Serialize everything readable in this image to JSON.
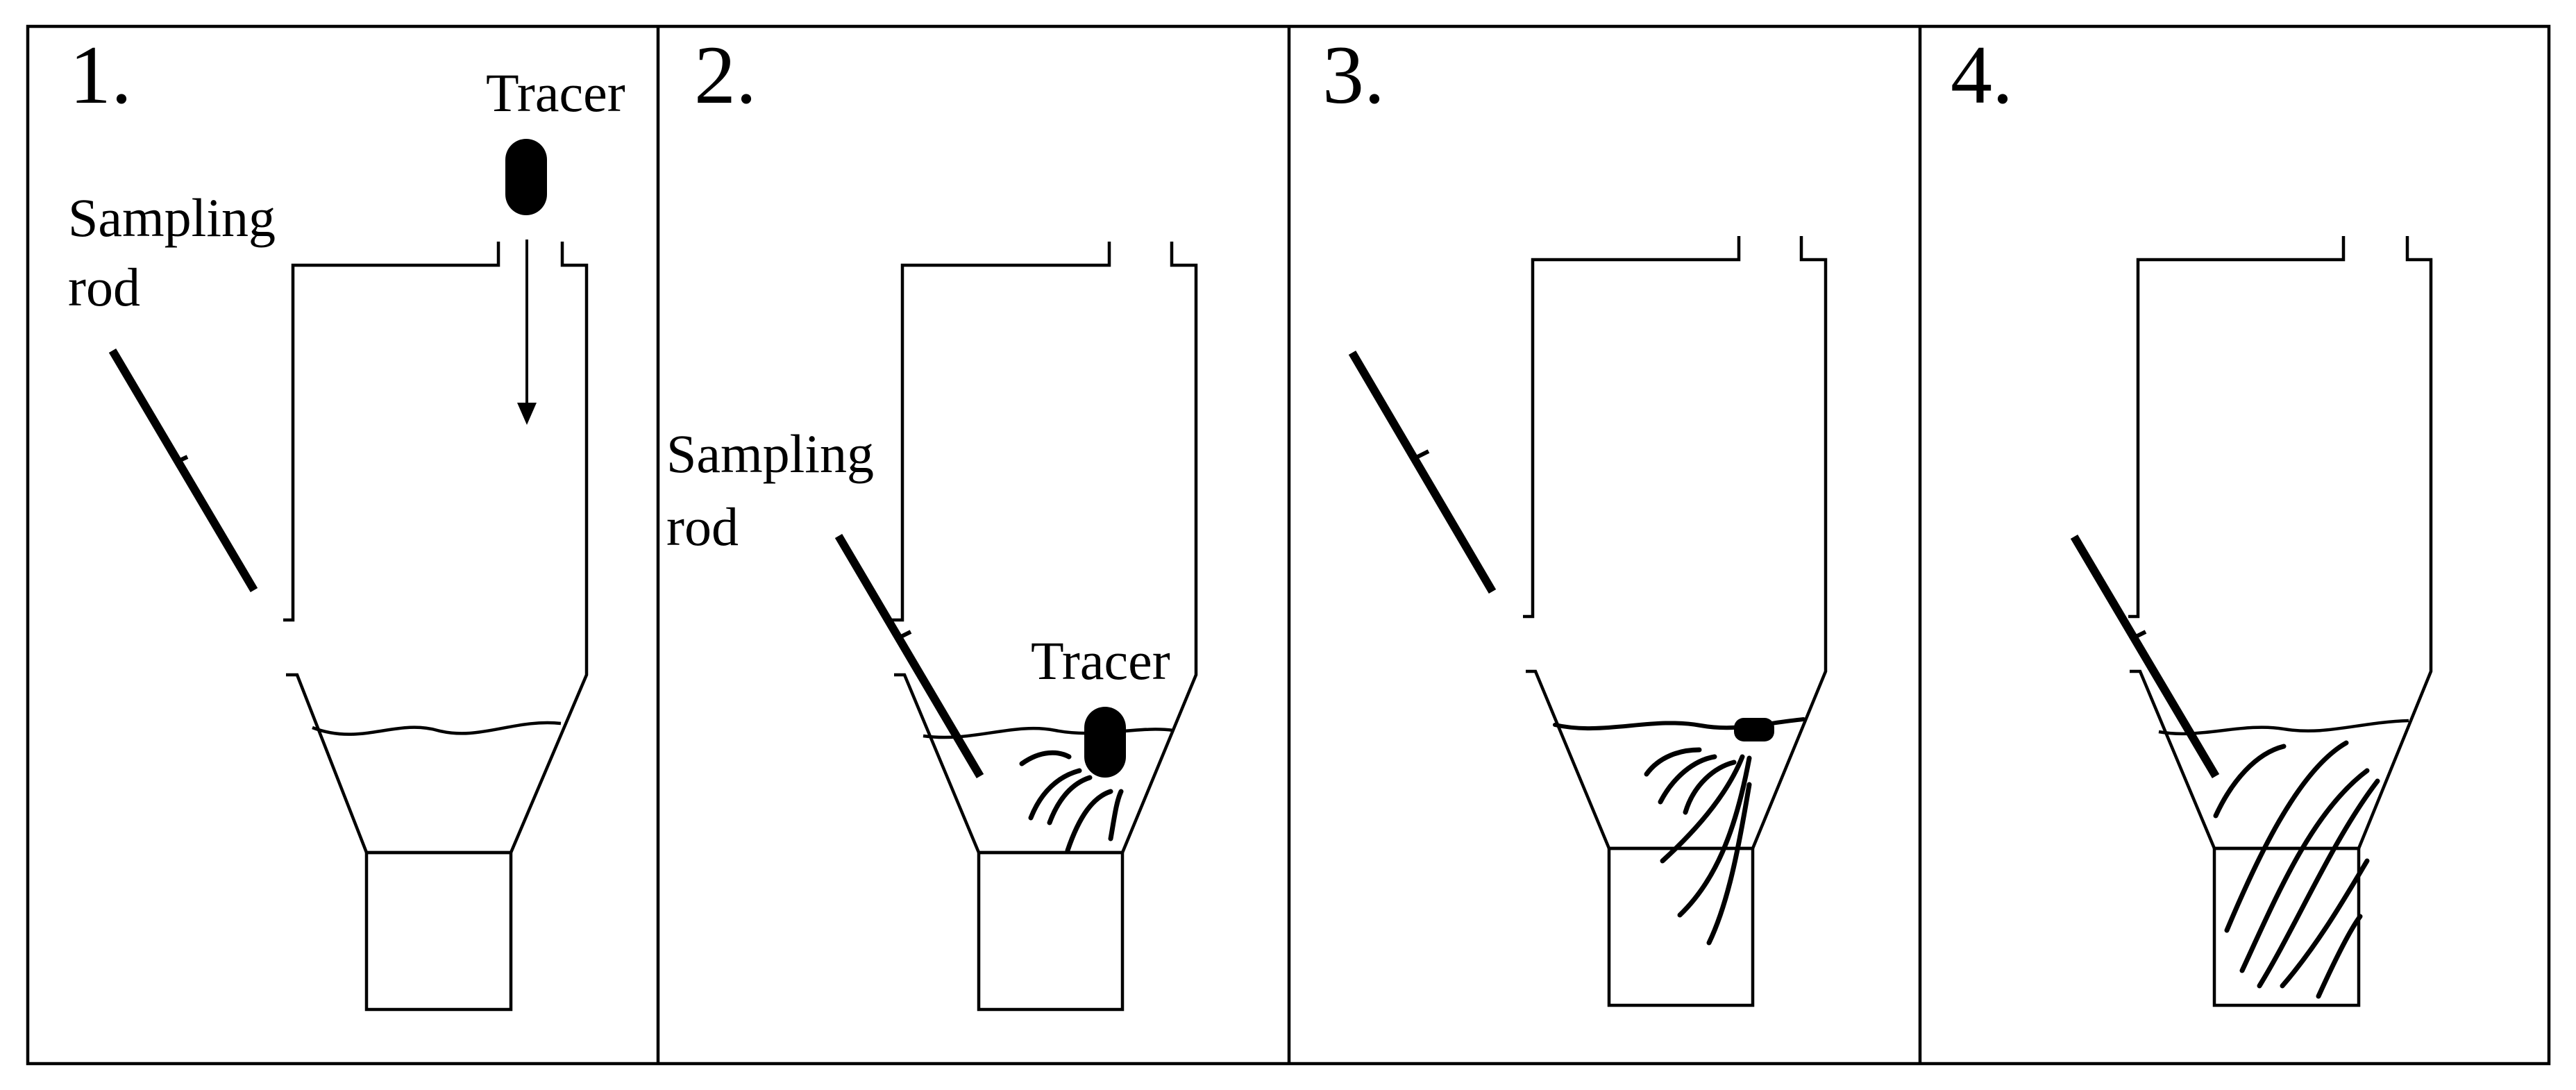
{
  "panels": [
    {
      "number": "1.",
      "labels": {
        "tracer": "Tracer",
        "rod_line1": "Sampling",
        "rod_line2": "rod"
      }
    },
    {
      "number": "2.",
      "labels": {
        "tracer": "Tracer",
        "rod_line1": "Sampling",
        "rod_line2": "rod"
      }
    },
    {
      "number": "3."
    },
    {
      "number": "4."
    }
  ],
  "colors": {
    "line": "#000000",
    "background": "#ffffff"
  }
}
